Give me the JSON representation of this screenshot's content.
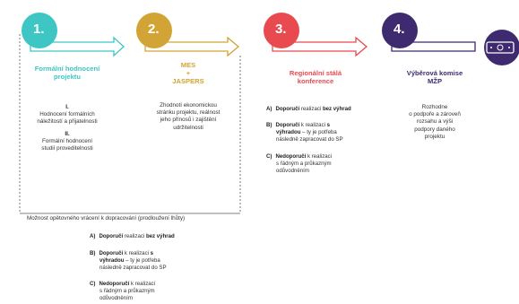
{
  "colors": {
    "step1": "#3dc6c4",
    "step2": "#d2a435",
    "step3": "#e84a4f",
    "step4": "#3e2a6f"
  },
  "steps": [
    {
      "number": "1.",
      "title_lines": [
        "Formální hodnocení",
        "projektu"
      ]
    },
    {
      "number": "2.",
      "title_lines": [
        "MES",
        "+",
        "JASPERS"
      ]
    },
    {
      "number": "3.",
      "title_lines": [
        "Regionální stálá",
        "konference"
      ]
    },
    {
      "number": "4.",
      "title_lines": [
        "Výběrová komise",
        "MŽP"
      ]
    }
  ],
  "step1_body": {
    "part1_roman": "I.",
    "part1_lines": [
      "Hodnocení formálních",
      "náležitostí a přijatelnosti"
    ],
    "part2_roman": "II.",
    "part2_lines": [
      "Formální hodnocení",
      "studií proveditelnosti"
    ]
  },
  "step2_body": [
    "Zhodnotí ekonomickou",
    "stránku projektu, reálnost",
    "jeho přínosů i zajištění",
    "udržitelnosti"
  ],
  "step4_body": [
    "Rozhodne",
    "o podpoře a zároveň",
    "rozsahu a výši",
    "podpory daného",
    "projektu"
  ],
  "step3_options": {
    "a_label": "A)",
    "a_bold": "Doporučí",
    "a_rest": " realizaci ",
    "a_bold2": "bez výhrad",
    "b_label": "B)",
    "b_bold": "Doporučí",
    "b_rest": " k realizaci ",
    "b_bold2": "s",
    "b_bold3": "výhradou",
    "b_line2_rest": " – ty je potřeba",
    "b_line3": "následně zapracovat do SP",
    "c_label": "C)",
    "c_bold": "Nedoporučí",
    "c_rest": " k realizaci",
    "c_line2": "s řádným a průkazným",
    "c_line3": "odůvodněním"
  },
  "bottom_note": "Možnost opětovného vrácení k dopracování (prodloužení lhůty)",
  "bottom_options": {
    "a_label": "A)",
    "a_bold": "Doporučí",
    "a_rest": " realizaci ",
    "a_bold2": "bez výhrad",
    "b_label": "B)",
    "b_bold": "Doporučí",
    "b_rest": " k realizaci ",
    "b_bold2": "s",
    "b_bold3": "výhradou",
    "b_line2_rest": " – ty je potřeba",
    "b_line3": "následně zapracovat do SP",
    "c_label": "C)",
    "c_bold": "Nedoporučí",
    "c_rest": " k realizaci",
    "c_line2": "s řádným a průkazným",
    "c_line3": "odůvodněním"
  }
}
